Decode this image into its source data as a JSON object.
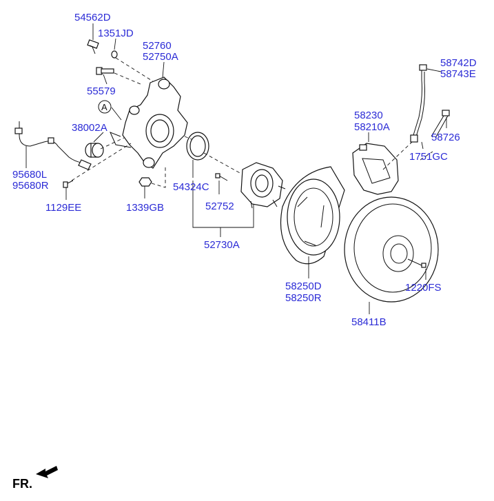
{
  "labels": {
    "p54562D": "54562D",
    "p1351JD": "1351JD",
    "p52760": "52760",
    "p52750A": "52750A",
    "p55579": "55579",
    "callout_a": "A",
    "p38002A": "38002A",
    "p95680L": "95680L",
    "p95680R": "95680R",
    "p1129EE": "1129EE",
    "p1339GB": "1339GB",
    "p54324C": "54324C",
    "p52752": "52752",
    "p52730A": "52730A",
    "p58230": "58230",
    "p58210A": "58210A",
    "p58742D": "58742D",
    "p58743E": "58743E",
    "p58726": "58726",
    "p1751GC": "1751GC",
    "p58250D": "58250D",
    "p58250R": "58250R",
    "p1220FS": "1220FS",
    "p58411B": "58411B"
  },
  "footer": {
    "direction": "FR."
  },
  "colors": {
    "label": "#2b2bd6",
    "line": "#111111",
    "background": "#ffffff"
  }
}
